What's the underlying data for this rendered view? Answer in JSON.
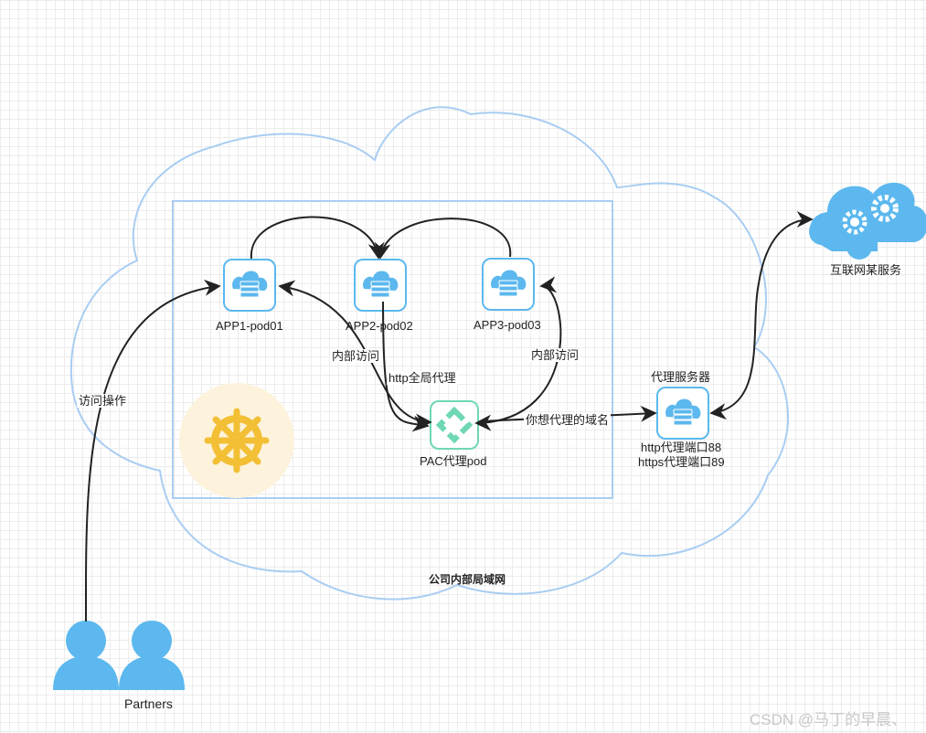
{
  "labels": {
    "app1": "APP1-pod01",
    "app2": "APP2-pod02",
    "app3": "APP3-pod03",
    "pac": "PAC代理pod",
    "proxy_server": "代理服务器",
    "http_port": "http代理端口88",
    "https_port": "https代理端口89",
    "internet": "互联网某服务",
    "partners": "Partners",
    "lan": "公司内部局域网",
    "edge_access_op": "访问操作",
    "edge_internal_left": "内部访问",
    "edge_internal_right": "内部访问",
    "edge_http_global": "http全局代理",
    "edge_domain": "你想代理的域名"
  },
  "watermark": "CSDN @马丁的早晨、",
  "colors": {
    "cloud_stroke": "#a9cdf2",
    "box_stroke": "#a9cdf2",
    "icon_blue": "#5cb8ee",
    "pac_green": "#6fd7b3",
    "helm_yellow": "#f2bf35",
    "helm_bg": "#fdf3dc",
    "arrow": "#222222"
  }
}
